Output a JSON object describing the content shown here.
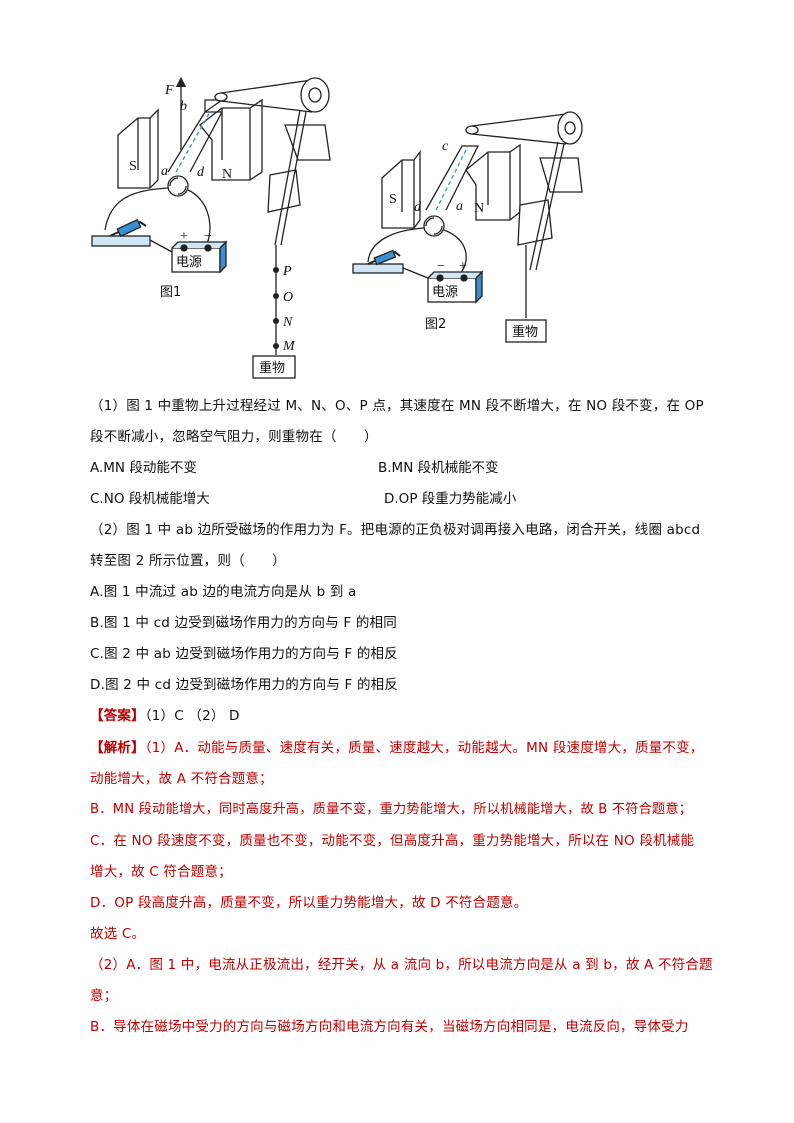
{
  "figure": {
    "fig1_caption": "图1",
    "fig2_caption": "图2",
    "labels": {
      "force": "F",
      "b": "b",
      "a": "a",
      "d": "d",
      "c": "c",
      "S": "S",
      "N": "N",
      "plus": "+",
      "minus": "−",
      "P": "P",
      "O": "O",
      "Npt": "N",
      "M": "M"
    },
    "power": "电源",
    "weight": "重物"
  },
  "q1": {
    "line1": "（1）图 1 中重物上升过程经过 M、N、O、P 点，其速度在 MN 段不断增大，在 NO 段不变，在 OP",
    "line2": "段不断减小，忽略空气阻力，则重物在（　　）",
    "optA": "A.MN 段动能不变",
    "optB": "B.MN 段机械能不变",
    "optC": "C.NO 段机械能增大",
    "optD": "D.OP 段重力势能减小"
  },
  "q2": {
    "line1": "（2）图 1 中 ab 边所受磁场的作用力为 F。把电源的正负极对调再接入电路，闭合开关，线圈 abcd",
    "line2": "转至图 2 所示位置，则（　　）",
    "optA": "A.图 1 中流过 ab 边的电流方向是从 b 到 a",
    "optB": "B.图 1 中 cd 边受到磁场作用力的方向与 F 的相同",
    "optC": "C.图 2 中 ab 边受到磁场作用力的方向与 F 的相反",
    "optD": "D.图 2 中 cd 边受到磁场作用力的方向与 F 的相反"
  },
  "answer": {
    "label": "【答案】",
    "text": "（1）C （2） D"
  },
  "analysis": {
    "label": "【解析】",
    "l1": "（1）A．动能与质量、速度有关，质量、速度越大，动能越大。MN 段速度增大，质量不变，",
    "l2": "动能增大，故 A 不符合题意；",
    "l3": "B．MN 段动能增大，同时高度升高，质量不变，重力势能增大，所以机械能增大，故 B 不符合题意；",
    "l4": "C．在 NO 段速度不变，质量也不变，动能不变，但高度升高，重力势能增大，所以在 NO 段机械能",
    "l5": "增大，故 C 符合题意；",
    "l6": "D．OP 段高度升高，质量不变，所以重力势能增大，故 D 不符合题意。",
    "l7": "故选 C。",
    "l8": "（2）A．图 1 中，电流从正极流出，经开关，从 a 流向 b，所以电流方向是从 a 到 b，故 A 不符合题",
    "l9": "意；",
    "l10": "B．导体在磁场中受力的方向与磁场方向和电流方向有关，当磁场方向相同是，电流反向，导体受力"
  }
}
